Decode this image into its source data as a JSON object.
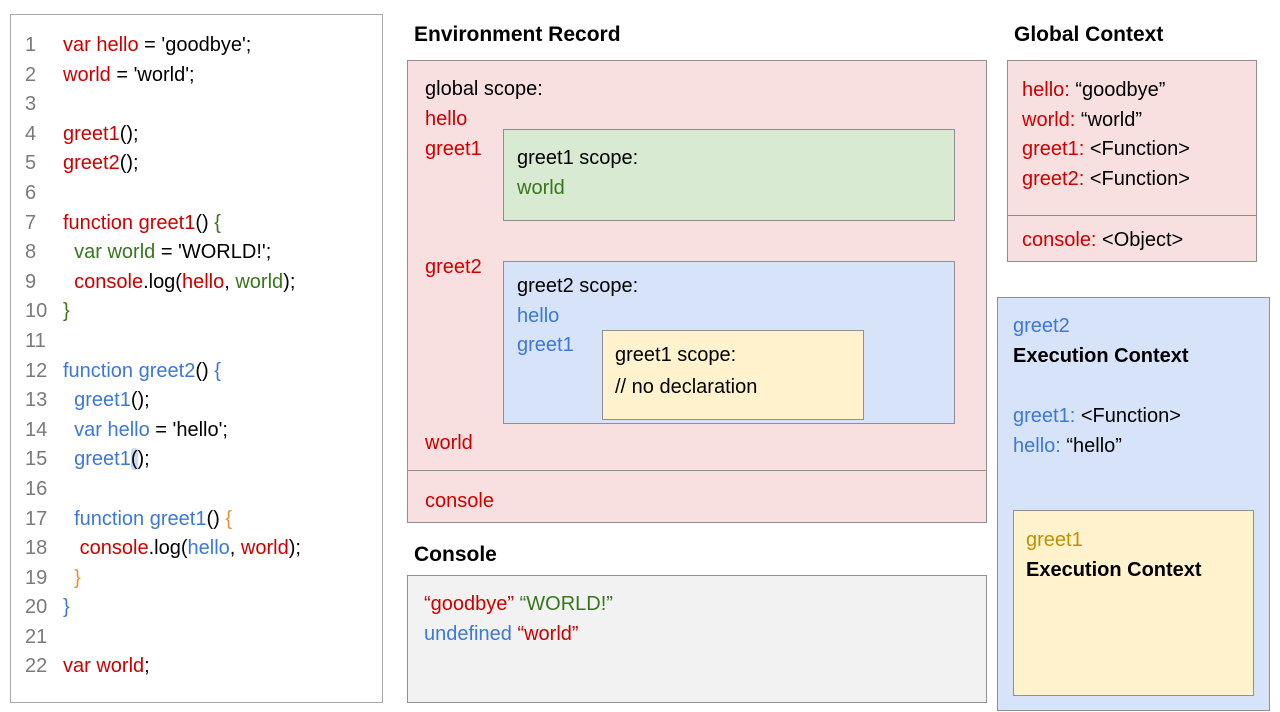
{
  "colors": {
    "red": "#cc0000",
    "green": "#38761d",
    "blue": "#3c78d8",
    "orange": "#e69138",
    "gold": "#bf9000",
    "black": "#000000",
    "line_number_gray": "#7a7a7a",
    "border": "#8f8f8f",
    "highlight": "#c9daf8",
    "pink_bg": "#f8e0e0",
    "green_bg": "#d9ead3",
    "blue_bg": "#d7e3f8",
    "yellow_bg": "#fff2cc",
    "console_bg": "#f2f2f2"
  },
  "code": {
    "lines": [
      {
        "num": "1",
        "segments": [
          {
            "t": "var hello",
            "c": "red"
          },
          {
            "t": " = 'goodbye';",
            "c": "black"
          }
        ]
      },
      {
        "num": "2",
        "segments": [
          {
            "t": "world",
            "c": "red"
          },
          {
            "t": " = 'world';",
            "c": "black"
          }
        ]
      },
      {
        "num": "3",
        "segments": []
      },
      {
        "num": "4",
        "segments": [
          {
            "t": "greet1",
            "c": "red"
          },
          {
            "t": "();",
            "c": "black"
          }
        ]
      },
      {
        "num": "5",
        "segments": [
          {
            "t": "greet2",
            "c": "red"
          },
          {
            "t": "();",
            "c": "black"
          }
        ]
      },
      {
        "num": "6",
        "segments": []
      },
      {
        "num": "7",
        "segments": [
          {
            "t": "function greet1",
            "c": "red"
          },
          {
            "t": "() ",
            "c": "black"
          },
          {
            "t": "{",
            "c": "green"
          }
        ]
      },
      {
        "num": "8",
        "segments": [
          {
            "t": "  ",
            "c": "black"
          },
          {
            "t": "var world",
            "c": "green"
          },
          {
            "t": " = 'WORLD!';",
            "c": "black"
          }
        ]
      },
      {
        "num": "9",
        "segments": [
          {
            "t": "  ",
            "c": "black"
          },
          {
            "t": "console",
            "c": "red"
          },
          {
            "t": ".log(",
            "c": "black"
          },
          {
            "t": "hello",
            "c": "red"
          },
          {
            "t": ", ",
            "c": "black"
          },
          {
            "t": "world",
            "c": "green"
          },
          {
            "t": ");",
            "c": "black"
          }
        ]
      },
      {
        "num": "10",
        "segments": [
          {
            "t": "}",
            "c": "green"
          }
        ]
      },
      {
        "num": "11",
        "segments": []
      },
      {
        "num": "12",
        "segments": [
          {
            "t": "function greet2",
            "c": "blue"
          },
          {
            "t": "() ",
            "c": "black"
          },
          {
            "t": "{",
            "c": "blue"
          }
        ]
      },
      {
        "num": "13",
        "segments": [
          {
            "t": "  ",
            "c": "black"
          },
          {
            "t": "greet1",
            "c": "blue"
          },
          {
            "t": "();",
            "c": "black"
          }
        ]
      },
      {
        "num": "14",
        "segments": [
          {
            "t": "  ",
            "c": "black"
          },
          {
            "t": "var hello",
            "c": "blue"
          },
          {
            "t": " = 'hello';",
            "c": "black"
          }
        ]
      },
      {
        "num": "15",
        "segments": [
          {
            "t": "  ",
            "c": "black"
          },
          {
            "t": "greet1",
            "c": "blue"
          },
          {
            "t": "(",
            "c": "black",
            "hl": true
          },
          {
            "t": ");",
            "c": "black"
          }
        ]
      },
      {
        "num": "16",
        "segments": []
      },
      {
        "num": "17",
        "segments": [
          {
            "t": "  ",
            "c": "black"
          },
          {
            "t": "function greet1",
            "c": "blue"
          },
          {
            "t": "() ",
            "c": "black"
          },
          {
            "t": "{",
            "c": "orange"
          }
        ]
      },
      {
        "num": "18",
        "segments": [
          {
            "t": "   ",
            "c": "black"
          },
          {
            "t": "console",
            "c": "red"
          },
          {
            "t": ".log(",
            "c": "black"
          },
          {
            "t": "hello",
            "c": "blue"
          },
          {
            "t": ", ",
            "c": "black"
          },
          {
            "t": "world",
            "c": "red"
          },
          {
            "t": ");",
            "c": "black"
          }
        ]
      },
      {
        "num": "19",
        "segments": [
          {
            "t": "  ",
            "c": "black"
          },
          {
            "t": "}",
            "c": "orange"
          }
        ]
      },
      {
        "num": "20",
        "segments": [
          {
            "t": "}",
            "c": "blue"
          }
        ]
      },
      {
        "num": "21",
        "segments": []
      },
      {
        "num": "22",
        "segments": [
          {
            "t": "var world",
            "c": "red"
          },
          {
            "t": ";",
            "c": "black"
          }
        ]
      }
    ]
  },
  "environment_record": {
    "title": "Environment Record",
    "global_scope_label": "global scope:",
    "vars": {
      "hello": "hello",
      "greet1": "greet1",
      "greet2": "greet2",
      "world": "world"
    },
    "console_label": "console",
    "greet1_scope": {
      "label": "greet1 scope:",
      "vars": {
        "world": "world"
      }
    },
    "greet2_scope": {
      "label": "greet2 scope:",
      "vars": {
        "hello": "hello",
        "greet1": "greet1"
      }
    },
    "inner_greet1_scope": {
      "label": "greet1 scope:",
      "comment": "// no declaration"
    }
  },
  "console_panel": {
    "title": "Console",
    "lines": [
      {
        "segments": [
          {
            "t": "“goodbye”",
            "c": "red"
          },
          {
            "t": " ",
            "c": "black"
          },
          {
            "t": "“WORLD!”",
            "c": "green"
          }
        ]
      },
      {
        "segments": [
          {
            "t": "undefined",
            "c": "blue"
          },
          {
            "t": " ",
            "c": "black"
          },
          {
            "t": "“world”",
            "c": "red"
          }
        ]
      }
    ]
  },
  "global_context": {
    "title": "Global Context",
    "rows": [
      {
        "segments": [
          {
            "t": "hello:",
            "c": "red"
          },
          {
            "t": " “goodbye”",
            "c": "black"
          }
        ]
      },
      {
        "segments": [
          {
            "t": "world:",
            "c": "red"
          },
          {
            "t": " “world”",
            "c": "black"
          }
        ]
      },
      {
        "segments": [
          {
            "t": "greet1:",
            "c": "red"
          },
          {
            "t": " <Function>",
            "c": "black"
          }
        ]
      },
      {
        "segments": [
          {
            "t": "greet2:",
            "c": "red"
          },
          {
            "t": " <Function>",
            "c": "black"
          }
        ]
      }
    ],
    "console_rows": [
      {
        "segments": [
          {
            "t": "console:",
            "c": "red"
          },
          {
            "t": " <Object>",
            "c": "black"
          }
        ]
      }
    ]
  },
  "greet2_context": {
    "name": "greet2",
    "subtitle": "Execution Context",
    "rows": [
      {
        "segments": [
          {
            "t": "greet1:",
            "c": "blue"
          },
          {
            "t": " <Function>",
            "c": "black"
          }
        ]
      },
      {
        "segments": [
          {
            "t": "hello:",
            "c": "blue"
          },
          {
            "t": " “hello”",
            "c": "black"
          }
        ]
      }
    ]
  },
  "greet1_context": {
    "name": "greet1",
    "subtitle": "Execution Context"
  }
}
